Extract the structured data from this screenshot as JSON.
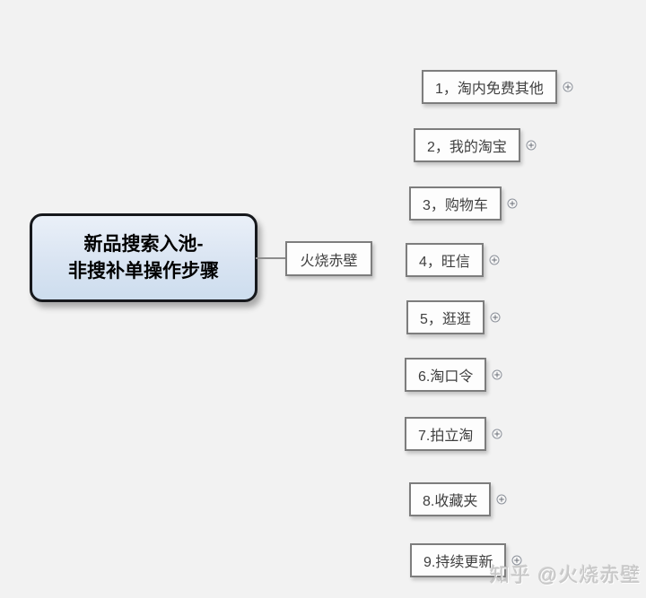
{
  "canvas": {
    "background_color": "#f2f2f2"
  },
  "root": {
    "title_line1": "新品搜索入池-",
    "title_line2": "非搜补单操作步骤",
    "fill_top_color": "#eaf0f8",
    "fill_bottom_color": "#cdddee",
    "border_color": "#16181c"
  },
  "branch": {
    "label": "火烧赤壁",
    "border_color": "#7d7d7d"
  },
  "subtopics": [
    {
      "label": "1，淘内免费其他"
    },
    {
      "label": "2，我的淘宝"
    },
    {
      "label": "3，购物车"
    },
    {
      "label": "4，旺信"
    },
    {
      "label": "5，逛逛"
    },
    {
      "label": "6.淘口令"
    },
    {
      "label": "7.拍立淘"
    },
    {
      "label": "8.收藏夹"
    },
    {
      "label": "9.持续更新"
    }
  ],
  "icons": {
    "expand": "plus-circle"
  },
  "watermark": {
    "text": "知乎 @火烧赤壁"
  }
}
